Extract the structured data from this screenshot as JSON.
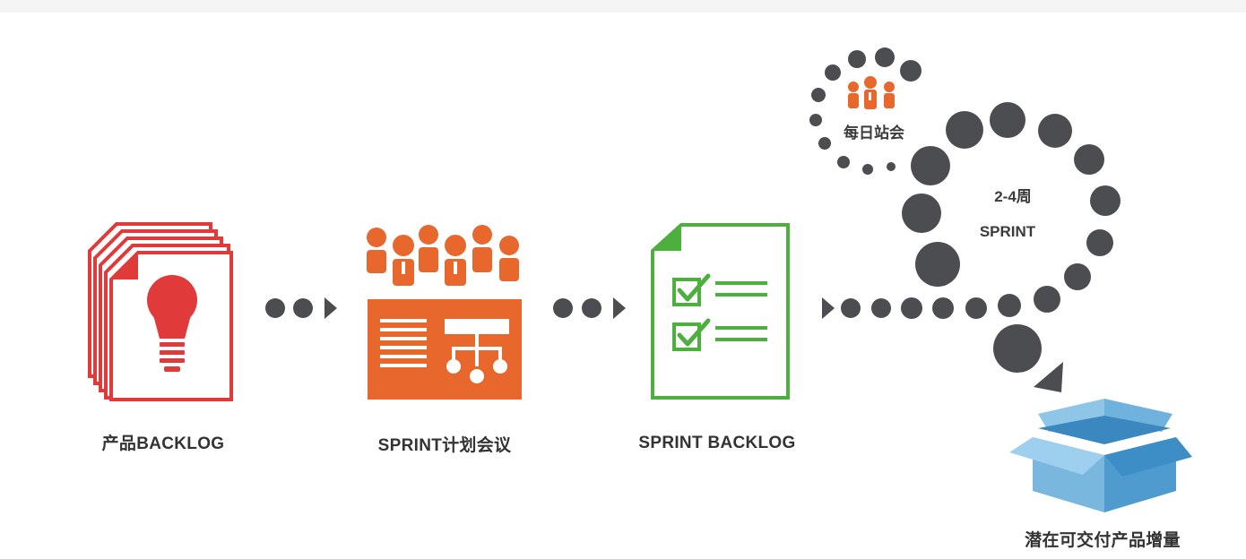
{
  "steps": {
    "product_backlog": "产品BACKLOG",
    "sprint_planning": "SPRINT计划会议",
    "sprint_backlog": "SPRINT BACKLOG",
    "daily_standup": "每日站会",
    "duration": "2-4周",
    "sprint": "SPRINT",
    "increment": "潜在可交付产品增量"
  },
  "colors": {
    "red": "#e03a3a",
    "orange": "#e8672d",
    "green": "#4caf3e",
    "dark_gray": "#4b4d50",
    "box_blue": "#5aa7d8"
  },
  "icons": {
    "product_backlog": "document-stack-lightbulb-icon",
    "sprint_planning": "team-meeting-board-icon",
    "sprint_backlog": "checklist-document-icon",
    "daily_standup": "team-people-icon",
    "increment": "open-box-icon"
  }
}
